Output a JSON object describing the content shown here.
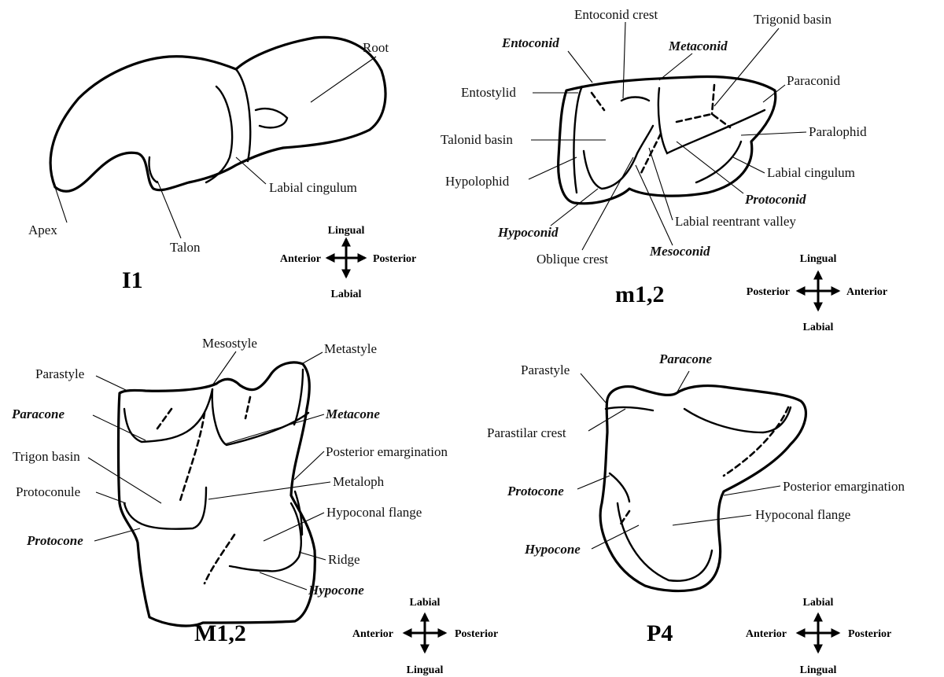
{
  "panels": {
    "i1": {
      "title": "I1",
      "labels": {
        "root": "Root",
        "labial_cingulum": "Labial cingulum",
        "apex": "Apex",
        "talon": "Talon"
      },
      "compass": {
        "top": "Lingual",
        "bottom": "Labial",
        "left": "Anterior",
        "right": "Posterior"
      }
    },
    "m12_lower": {
      "title": "m1,2",
      "labels": {
        "entoconid_crest": "Entoconid crest",
        "trigonid_basin": "Trigonid basin",
        "entoconid": "Entoconid",
        "metaconid": "Metaconid",
        "entostylid": "Entostylid",
        "paraconid": "Paraconid",
        "talonid_basin": "Talonid basin",
        "paralophid": "Paralophid",
        "hypolophid": "Hypolophid",
        "labial_cingulum": "Labial cingulum",
        "protoconid": "Protoconid",
        "labial_reentrant_valley": "Labial reentrant valley",
        "hypoconid": "Hypoconid",
        "mesoconid": "Mesoconid",
        "oblique_crest": "Oblique crest"
      },
      "compass": {
        "top": "Lingual",
        "bottom": "Labial",
        "left": "Posterior",
        "right": "Anterior"
      }
    },
    "m12_upper": {
      "title": "M1,2",
      "labels": {
        "mesostyle": "Mesostyle",
        "metastyle": "Metastyle",
        "parastyle": "Parastyle",
        "paracone": "Paracone",
        "metacone": "Metacone",
        "trigon_basin": "Trigon basin",
        "posterior_emargination": "Posterior emargination",
        "metaloph": "Metaloph",
        "protoconule": "Protoconule",
        "hypoconal_flange": "Hypoconal flange",
        "protocone": "Protocone",
        "ridge": "Ridge",
        "hypocone": "Hypocone"
      },
      "compass": {
        "top": "Labial",
        "bottom": "Lingual",
        "left": "Anterior",
        "right": "Posterior"
      }
    },
    "p4": {
      "title": "P4",
      "labels": {
        "paracone": "Paracone",
        "parastyle": "Parastyle",
        "parastilar_crest": "Parastilar crest",
        "protocone": "Protocone",
        "posterior_emargination": "Posterior emargination",
        "hypoconal_flange": "Hypoconal flange",
        "hypocone": "Hypocone"
      },
      "compass": {
        "top": "Labial",
        "bottom": "Lingual",
        "left": "Anterior",
        "right": "Posterior"
      }
    }
  }
}
